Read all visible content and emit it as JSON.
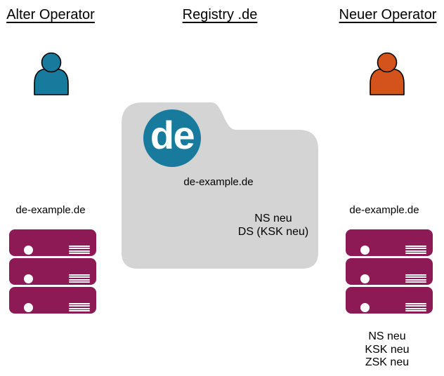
{
  "title": "Operator change diagram for de-example.de",
  "colors": {
    "teal": "#187a9c",
    "orange": "#d4531d",
    "magenta": "#8e1a55",
    "folder_gray": "#d4d4d4",
    "text": "#000000"
  },
  "columns": {
    "old_operator": {
      "header": "Alter Operator",
      "icon": "person-icon",
      "server_label": "de-example.de",
      "server_count": 3
    },
    "registry": {
      "header": "Registry .de",
      "logo_text": "de",
      "logo_icon": "de-circle-logo",
      "folder_icon": "folder-shape",
      "folder_domain": "de-example.de",
      "folder_records": [
        "NS neu",
        "DS (KSK neu)"
      ]
    },
    "new_operator": {
      "header": "Neuer Operator",
      "icon": "person-icon",
      "server_label": "de-example.de",
      "server_count": 3,
      "key_labels": [
        "NS neu",
        "KSK neu",
        "ZSK neu"
      ]
    }
  }
}
